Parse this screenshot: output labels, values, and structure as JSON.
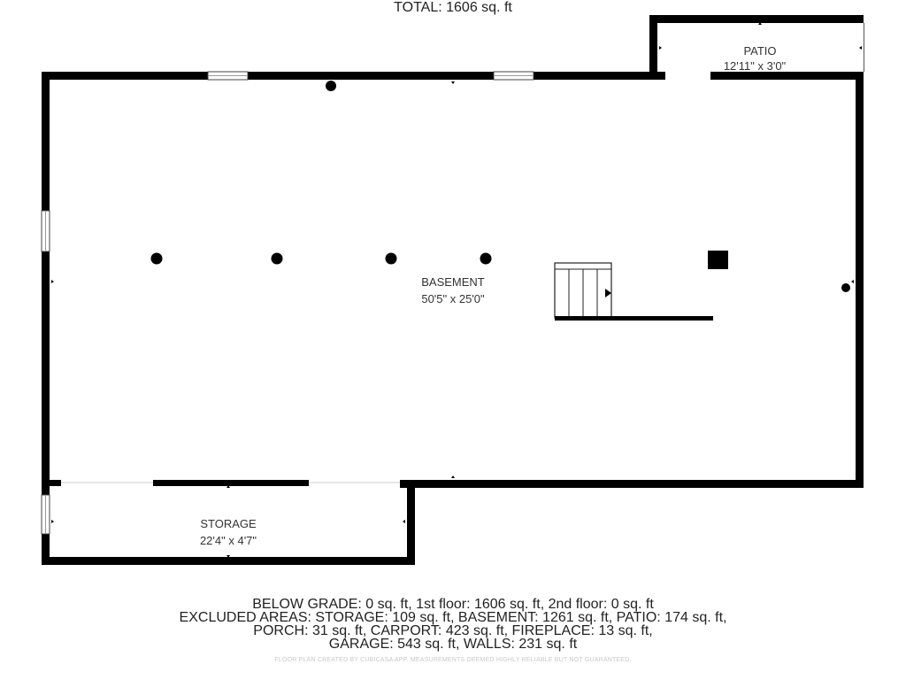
{
  "rooms": {
    "basement": {
      "name": "BASEMENT",
      "dims": "50'5\" x 25'0\""
    },
    "storage": {
      "name": "STORAGE",
      "dims": "22'4\" x 4'7\""
    },
    "patio": {
      "name": "PATIO",
      "dims": "12'11\" x 3'0\""
    }
  },
  "summary": {
    "total": "TOTAL: 1606 sq. ft",
    "line1": "BELOW GRADE: 0 sq. ft, 1st floor: 1606 sq. ft, 2nd floor: 0 sq. ft",
    "line2": "EXCLUDED AREAS: STORAGE: 109 sq. ft, BASEMENT: 1261 sq. ft, PATIO: 174 sq. ft,",
    "line3": "PORCH: 31 sq. ft, CARPORT: 423 sq. ft, FIREPLACE: 13 sq. ft,",
    "line4": "GARAGE: 543 sq. ft, WALLS: 231 sq. ft",
    "disclaimer": "FLOOR PLAN CREATED BY CUBICASA APP. MEASUREMENTS DEEMED HIGHLY RELIABLE BUT NOT GUARANTEED."
  },
  "colors": {
    "wall": "#000000",
    "window": "#d0d0d0",
    "background": "#ffffff"
  }
}
